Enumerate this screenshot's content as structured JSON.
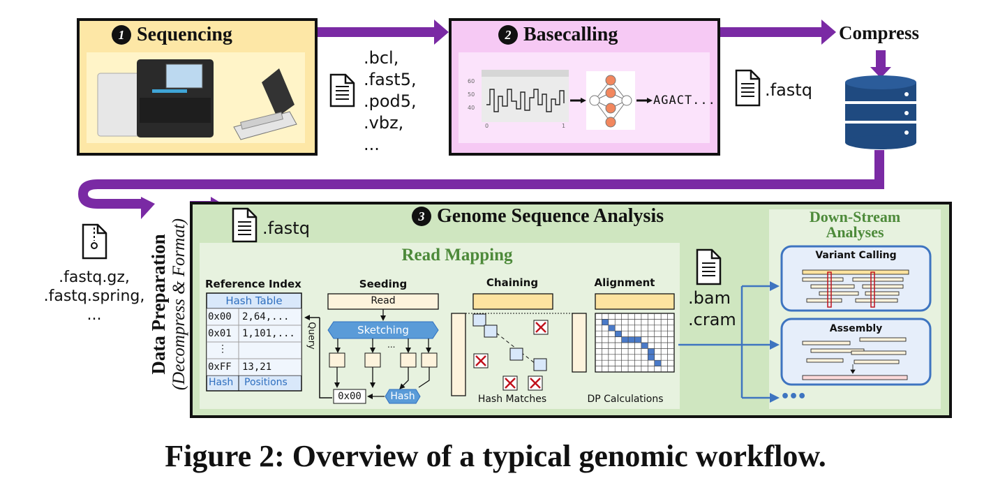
{
  "stages": {
    "sequencing": {
      "number": "1",
      "title": "Sequencing",
      "bg": "#fde7a6"
    },
    "basecalling": {
      "number": "2",
      "title": "Basecalling",
      "bg": "#f6c9f4",
      "output_sequence": "AGACT..."
    },
    "compress": {
      "title": "Compress"
    },
    "data_preparation": {
      "title": "Data Preparation",
      "subtitle": "(Decompress & Format)"
    },
    "genome_analysis": {
      "number": "3",
      "title": "Genome Sequence Analysis",
      "bg": "#cfe6c0"
    }
  },
  "raw_formats": [
    ".bcl,",
    ".fast5,",
    ".pod5,",
    ".vbz,",
    "..."
  ],
  "basecalled_format": ".fastq",
  "compressed_formats": [
    ".fastq.gz,",
    ".fastq.spring,",
    "..."
  ],
  "analysis_input_format": ".fastq",
  "signal_plot": {
    "yticks": [
      "60",
      "50",
      "40"
    ],
    "xticks": [
      "0",
      "1"
    ]
  },
  "read_mapping": {
    "title": "Read Mapping",
    "reference_index": {
      "title": "Reference Index",
      "table_title": "Hash Table",
      "rows": [
        {
          "hash": "0x00",
          "positions": "2,64,..."
        },
        {
          "hash": "0x01",
          "positions": "1,101,..."
        },
        {
          "hash": "⋮",
          "positions": ""
        },
        {
          "hash": "0xFF",
          "positions": "13,21"
        }
      ],
      "col_hash": "Hash",
      "col_positions": "Positions",
      "query_label": "Query"
    },
    "seeding": {
      "title": "Seeding",
      "read": "Read",
      "sketching": "Sketching",
      "hash_value": "0x00",
      "hash": "Hash"
    },
    "chaining": {
      "title": "Chaining",
      "caption": "Hash Matches"
    },
    "alignment": {
      "title": "Alignment",
      "caption": "DP Calculations"
    }
  },
  "output_formats": [
    ".bam",
    ".cram"
  ],
  "downstream": {
    "title_line1": "Down-Stream",
    "title_line2": "Analyses",
    "variant_calling": "Variant Calling",
    "assembly": "Assembly",
    "more": "•••"
  },
  "colors": {
    "purple_arrow": "#7a2aa4",
    "blue_arrow": "#3e74c0",
    "db_blue": "#1f4a80",
    "title_green": "#4d8a3a",
    "table_blue": "#2f6fbf",
    "sketch_blue": "#5a9bd8",
    "dp_blue": "#4a7ac8",
    "read_yellow": "#fde3a0",
    "cell_blue": "#d9e8fa",
    "mismatch_red": "#c0121c"
  },
  "caption": "Figure 2: Overview of a typical genomic workflow."
}
